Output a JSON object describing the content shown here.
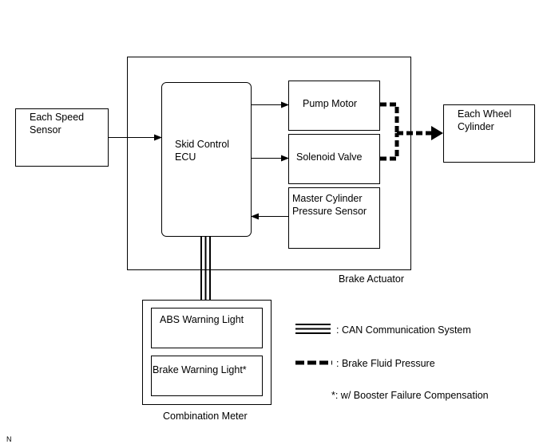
{
  "blocks": {
    "speed_sensor": "Each Speed\nSensor",
    "skid_ecu": "Skid Control\nECU",
    "pump_motor": "Pump Motor",
    "solenoid_valve": "Solenoid Valve",
    "master_cylinder_sensor": "Master Cylinder\nPressure Sensor",
    "wheel_cylinder": "Each Wheel\nCylinder",
    "abs_light": "ABS Warning Light",
    "brake_light": "Brake Warning Light*"
  },
  "groups": {
    "brake_actuator": "Brake Actuator",
    "combination_meter": "Combination Meter"
  },
  "legend": {
    "can": ": CAN Communication System",
    "fluid": ": Brake Fluid Pressure",
    "note": "*: w/ Booster Failure Compensation"
  },
  "corner_code": "N"
}
